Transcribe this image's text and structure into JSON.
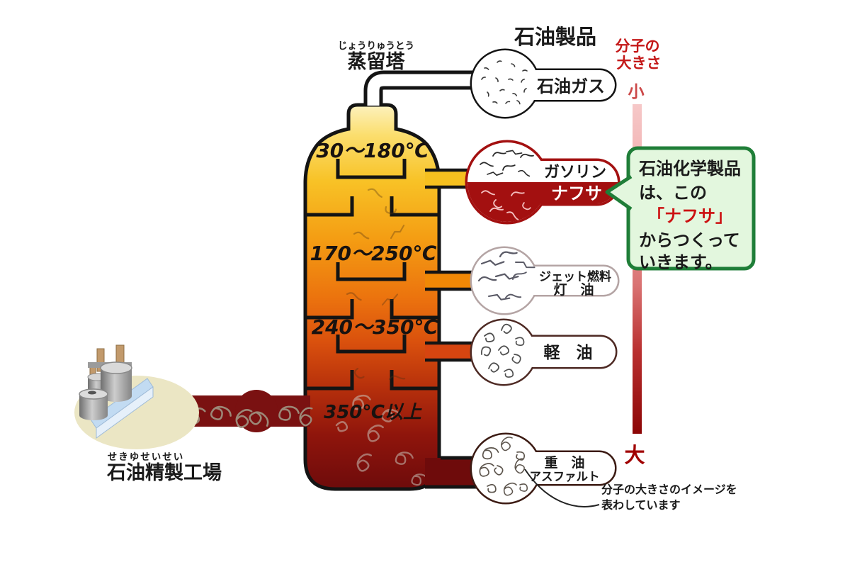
{
  "header": {
    "products_title": "石油製品"
  },
  "tower": {
    "furigana": "じょうりゅうとう",
    "label": "蒸留塔",
    "sections": [
      {
        "temp": "30〜180℃"
      },
      {
        "temp": "170〜250℃"
      },
      {
        "temp": "240〜350℃"
      },
      {
        "temp": "350℃以上"
      }
    ]
  },
  "products": {
    "gas": {
      "label": "石油ガス"
    },
    "gasoline": {
      "label": "ガソリン",
      "label2": "ナフサ"
    },
    "jet": {
      "label": "ジェット燃料",
      "label2": "灯　油"
    },
    "diesel": {
      "label": "軽　油"
    },
    "heavy": {
      "label": "重　油",
      "label2": "アスファルト"
    }
  },
  "axis": {
    "title1": "分子の",
    "title2": "大きさ",
    "small": "小",
    "large": "大"
  },
  "bubble": {
    "line1": "石油化学製品",
    "line2": "は、この",
    "line3": "「ナフサ」",
    "line4": "からつくって",
    "line5": "いきます。"
  },
  "factory": {
    "furigana": "せきゆせいせい",
    "label": "石油精製工場"
  },
  "note": {
    "line1": "分子の大きさのイメージを",
    "line2": "表わしています"
  },
  "colors": {
    "tower_top": "#FBDE6E",
    "tower_mid": "#EC740E",
    "tower_bottom": "#6E0B0B",
    "gasoline_pipe": "#F6C01F",
    "jet_pipe": "#F08806",
    "diesel_pipe": "#D64510",
    "crude_pipe": "#7A1111",
    "naphtha_fill": "#A31010",
    "gas_border": "#141414",
    "jet_border": "#B4A4A4",
    "diesel_border": "#4E2A24",
    "heavy_border": "#3C1B13",
    "bubble_fill": "#E3F7DE",
    "bubble_border": "#1F7E38",
    "bubble_accent": "#CC1111",
    "axis_red": "#C41818",
    "axis_bar_top": "#F6C8C8",
    "axis_bar_bottom": "#8C0505",
    "platform": "#EBE6C4",
    "wedge_blue": "#C2DBF2"
  }
}
